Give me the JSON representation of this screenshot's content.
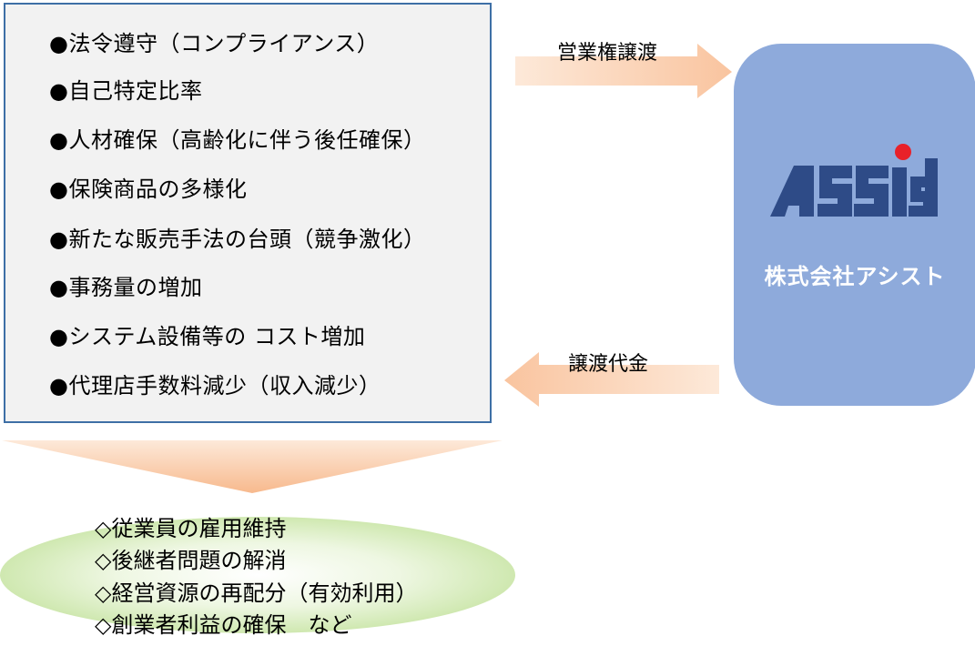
{
  "issues": [
    "●法令遵守（コンプライアンス）",
    "●自己特定比率",
    "●人材確保（高齢化に伴う後任確保）",
    "●保険商品の多様化",
    "●新たな販売手法の台頭（競争激化）",
    "●事務量の増加",
    "●システム設備等の コスト増加",
    "●代理店手数料減少（収入減少）"
  ],
  "transfer_arrow": {
    "label": "営業権譲渡"
  },
  "payment_arrow": {
    "label": "譲渡代金"
  },
  "company": {
    "logo_text": "ASSIST",
    "name": "株式会社アシスト"
  },
  "results": [
    "◇従業員の雇用維持",
    "◇後継者問題の解消",
    "◇経営資源の再配分（有効利用）",
    "◇創業者利益の確保　など"
  ],
  "colors": {
    "box_border": "#3e6fa6",
    "box_fill": "#f2f2f2",
    "company_fill": "#8eaadb",
    "logo_blue": "#2e4b87",
    "logo_dot": "#e8212a",
    "arrow_peach": "#fbd3b4",
    "oval_green": "#d4ebb8"
  }
}
